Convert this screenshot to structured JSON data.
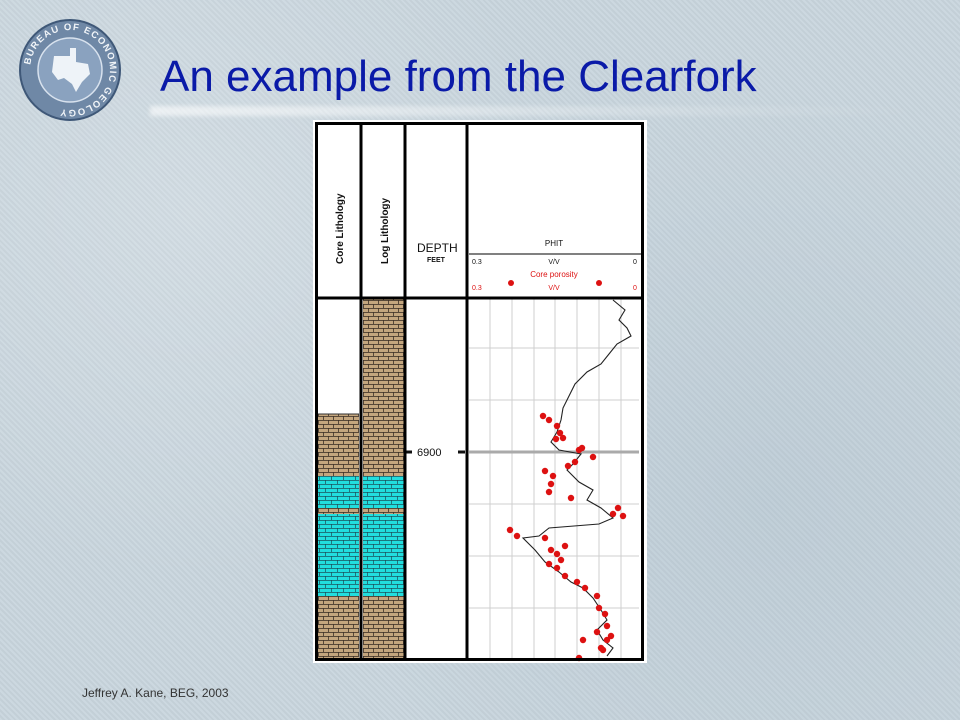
{
  "slide": {
    "title": "An example from the Clearfork",
    "footer": "Jeffrey A. Kane, BEG, 2003",
    "logo_text": "BUREAU OF ECONOMIC GEOLOGY"
  },
  "figure": {
    "columns": {
      "core_lithology": "Core Lithology",
      "log_lithology": "Log Lithology",
      "depth": "DEPTH",
      "depth_unit": "FEET"
    },
    "phit_track": {
      "curve_name": "PHIT",
      "scale_left": "0.3",
      "unit": "V/V",
      "scale_right": "0",
      "points_name": "Core porosity",
      "points_scale_left": "0.3",
      "points_unit": "V/V",
      "points_scale_right": "0"
    },
    "depth_marker": "6900",
    "colors": {
      "carbonate": "#c4a67e",
      "limestone": "#22dede",
      "brick_line": "#3c3026",
      "curve": "#222222",
      "core_points": "#dd1111",
      "title": "#0a1aa8"
    }
  }
}
